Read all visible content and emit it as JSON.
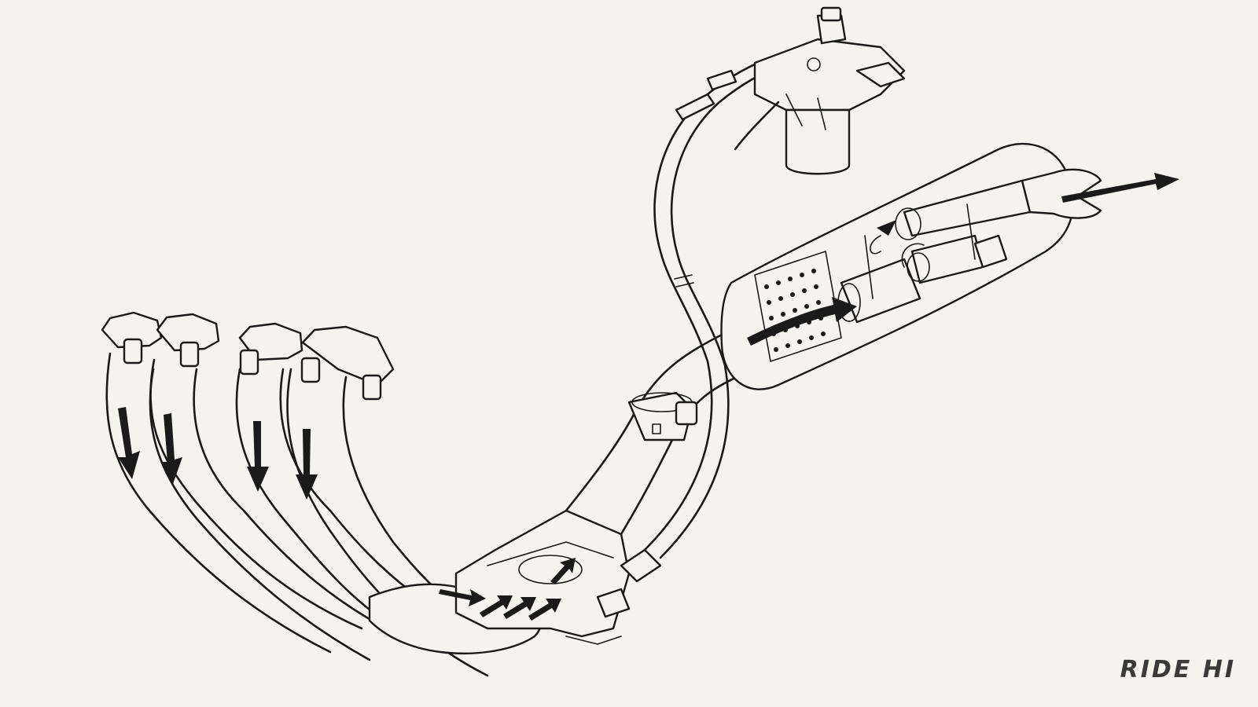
{
  "watermark": {
    "text": "RIDE HI",
    "color": "#3a3a3a"
  },
  "illustration": {
    "background": "#f4f3ef",
    "ink": "#1a1a1a",
    "icons": [
      "exhaust-header-pipes",
      "collector-chamber",
      "muffler-cutaway",
      "exhaust-valve-servo",
      "control-cables",
      "flow-arrow"
    ]
  }
}
